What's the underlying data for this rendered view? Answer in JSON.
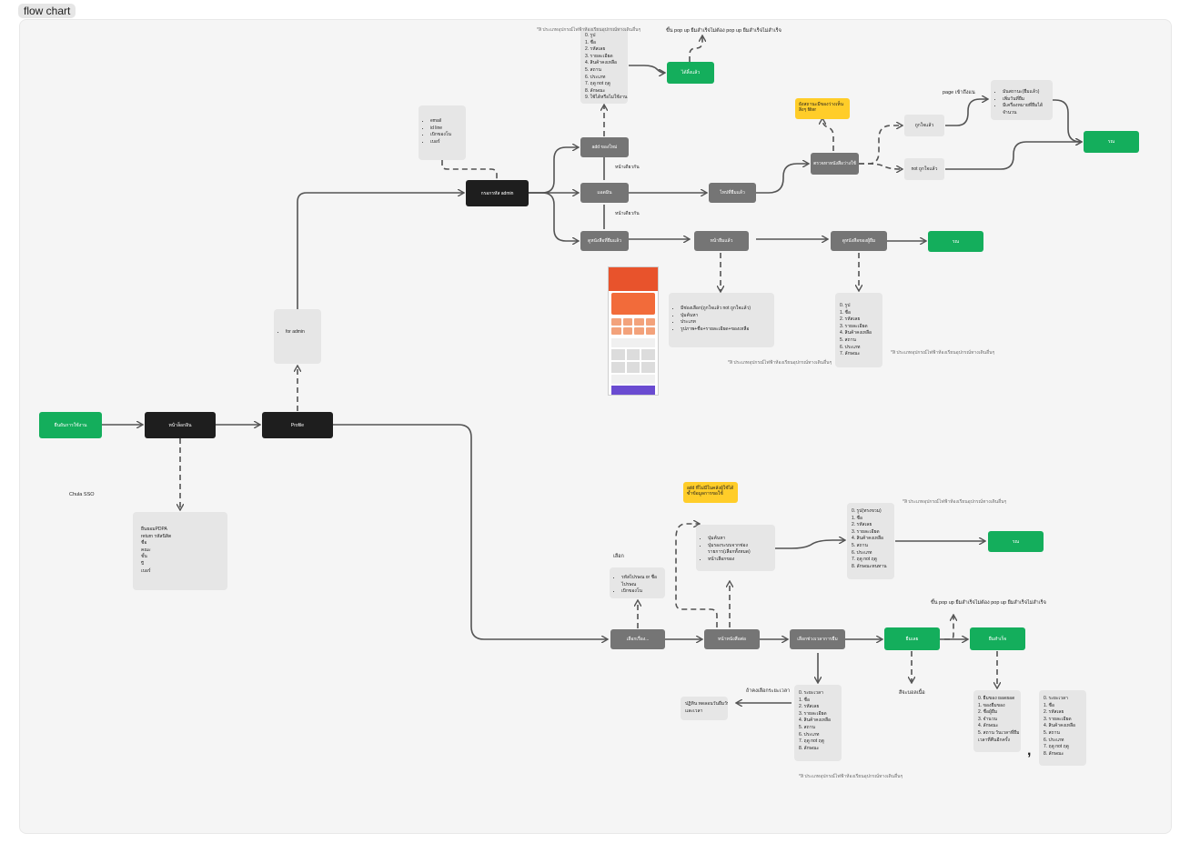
{
  "frame": {
    "title": "flow chart"
  },
  "nodes": {
    "start": "ยืนยันการใช้งาน",
    "login": "หน้าล็อกอิน",
    "profile": "Profile",
    "admin": "กรอกรหัส admin",
    "add_book": "add ของใหม่",
    "edit_book": "แอดมิน",
    "borrow_list": "ดูหนังสือที่ยืมแล้ว",
    "item_list": "ไทปที่ยืมแล้ว",
    "filter_box": "ตรวจหาหนังสือว่างใช้",
    "notify": "ได้ลิ้งแล้ว",
    "done_top": "รณ",
    "borrow_page": "หน้ายืมแล้ว",
    "borrow_detail": "ดูหนังสือของผู้ยืม",
    "done_mid": "รณ",
    "tag_available": "ถูกใจแล้ว",
    "tag_not_available": "not ถูกใจแล้ว",
    "select": "เลือกเรื่อง...",
    "book_page": "หน้าหนังสือต่อ",
    "confirm": "เลือกช่วงเวลาการยืม",
    "borrow_btn": "ยืมเลย",
    "return_btn": "ยืมสำเร็จ",
    "done_bot": "รณ"
  },
  "notes": {
    "top_fields": [
      "0. รูป",
      "1. ชื่อ",
      "2. รหัสเลย",
      "3. รายละเอียด",
      "4. สินค้าคงเหลือ",
      "5. สถาน",
      "6. ประเภท",
      "7. ฤดู not ฤดู",
      "8. ลักษณะ",
      "9. ใช้ได้หรือไม่ใช้งาน 7"
    ],
    "admin_fields": [
      "email",
      "id line",
      "เบิกของโน",
      "เบอร์"
    ],
    "sort_options": [
      "มันสถานะ(ยืมแล้ว)",
      "เพิ่มวันที่ยืม",
      "มีเครื่องหมายที่ยืมได้จำนวน"
    ],
    "list_features": [
      "มีช่องเลือก(ถูกใจแล้ว not ถูกใจแล้ว)",
      "ปุ่มค้นหา",
      "ประเภท",
      "รูปภาพ+ชื่อ+รายละเอียด+ของเหลือ"
    ],
    "mid_fields": [
      "0. รูป",
      "1. ชื่อ",
      "2. รหัสเลย",
      "3. รายละเอียด",
      "4. สินค้าคงเหลือ",
      "5. สถาน",
      "6. ประเภท",
      "7. ลักษณะ"
    ],
    "for_admin": [
      "for admin"
    ],
    "pdpa": [
      "ยืนยอมPDPA",
      "return รหัสนิสิต",
      "ชื่อ",
      "คณะ",
      "ชั้น",
      "ปี",
      "เบอร์"
    ],
    "search_opts": [
      "รหัสไปรษณ or ชื่อไปรษณ",
      "เบิกของโน"
    ],
    "book_opts": [
      "ปุ่มค้นหา",
      "ปุ่มรองระบบจากช่องรายการ(เลือกทั้งหมด)",
      "หน้าเลือกของ"
    ],
    "right_fields": [
      "0. รูป(ทรงขวม)",
      "1. ชื่อ",
      "2. รหัสเลย",
      "3. รายละเอียด",
      "4. สินค้าคงเหลือ",
      "5. สถาน",
      "6. ประเภท",
      "7. ฤดู not ฤดู",
      "8. ลักษณะทนทาน"
    ],
    "time_fields": [
      "0. ระยะเวลา",
      "1. ชื่อ",
      "2. รหัสเลย",
      "3. รายละเอียด",
      "4. สินค้าคงเหลือ",
      "5. สถาน",
      "6. ประเภท",
      "7. ฤดู not ฤดู",
      "8. ลักษณะ"
    ],
    "time_pick": [
      "ปฏิทิน ทดลอนวันยืมวัน",
      "และเวลา"
    ],
    "receipt_a": [
      "0. ยืมของ ยอดยอด",
      "1. ของยืมของ",
      "2. ชื่อผู้ยืม",
      "3. จำนวน",
      "4. ลักษณะ",
      "5. สถาน วันเวลาที่ยืม",
      "   เวลาที่คืนอีกครั้ง"
    ],
    "receipt_b": [
      "0. ระยะเวลา",
      "1. ชื่อ",
      "2. รหัสเลย",
      "3. รายละเอียด",
      "4. สินค้าคงเหลือ",
      "5. สถาน",
      "6. ประเภท",
      "7. ฤดู not ฤดู",
      "8. ลักษณะ"
    ]
  },
  "yellow": {
    "filter": "ยังสถานะมีของว่างเห็นสิ่งๆ filter",
    "add_note": "add ที่ไม่มีในคลังผู้ใช้ได้ซ้ำข้อมูลการขอใช้"
  },
  "captions": {
    "top": [
      "*สิ ประเภท",
      "อุปกรณ์ไฟฟ้า",
      "ห้องเรียน",
      "อุปกรณ์ทางเดิน",
      "อื่นๆ"
    ],
    "mid": [
      "*สิ ประเภท",
      "อุปกรณ์ไฟฟ้า",
      "ห้องเรียน",
      "อุปกรณ์ทางเดิน",
      "อื่นๆ"
    ],
    "mid_right": [
      "*สิ ประเภท",
      "อุปกรณ์ไฟฟ้า",
      "ห้องเรียน",
      "อุปกรณ์ทางเดิน",
      "อื่นๆ"
    ],
    "right": [
      "*สิ ประเภท",
      "อุปกรณ์ไฟฟ้า",
      "ห้องเรียน",
      "อุปกรณ์ทางเดิน",
      "อื่นๆ"
    ],
    "bottom": [
      "*สิ ประเภท",
      "อุปกรณ์ไฟฟ้า",
      "ห้องเรียน",
      "อุปกรณ์ทางเดิน",
      "อื่นๆ"
    ]
  },
  "labels": {
    "popup_top": "ขึ้น pop up ยืมสำเร็จไม่ต้อง pop up ยืมสำเร็จไม่สำเร็จ",
    "popup_bot": "ขึ้น pop up ยืมสำเร็จไม่ต้อง pop up ยืมสำเร็จไม่สำเร็จ",
    "page_label": "page เข้าถึงแน",
    "same_page_1": "หน้าเดียวกัน",
    "same_page_2": "หน้าเดียวกัน",
    "sso": "Chula SSO",
    "choose": "เลือก",
    "time_label": "ถ้าคงเลือกระยะเวลา",
    "status": "สีจะบอลเนื้อ",
    "comma": ","
  }
}
